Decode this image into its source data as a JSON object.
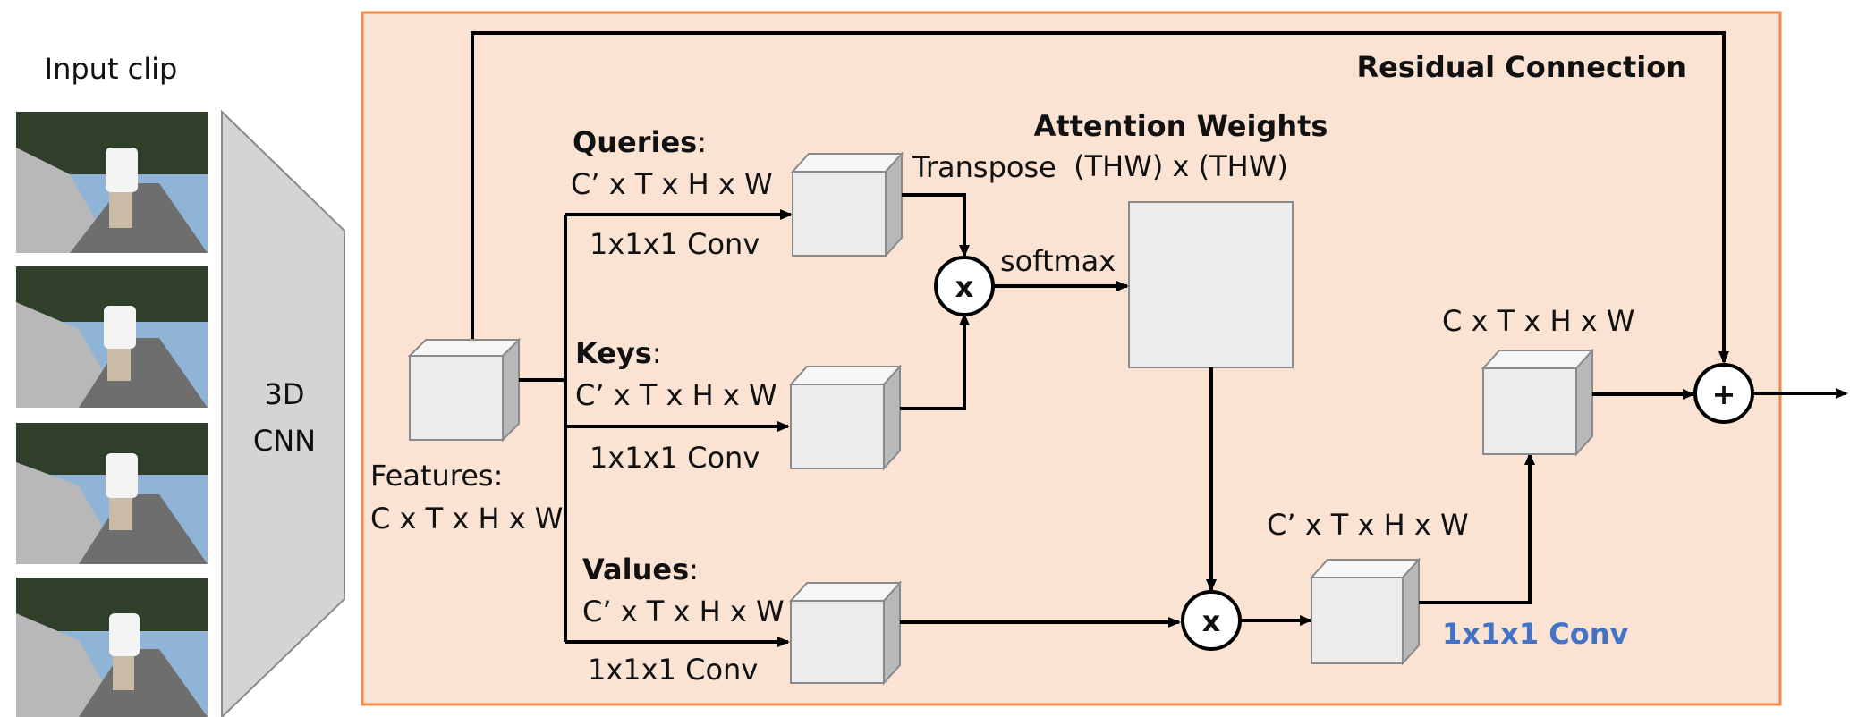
{
  "input": {
    "label": "Input clip",
    "frames": [
      "frame-1",
      "frame-2",
      "frame-3",
      "frame-4"
    ]
  },
  "cnn": {
    "line1": "3D",
    "line2": "CNN"
  },
  "block": {
    "background": "#fbe3d4",
    "border": "#ef8a4c",
    "residual_label": "Residual Connection",
    "features": {
      "line1": "Features:",
      "line2": "C x T x H x W"
    },
    "queries": {
      "title": "Queries",
      "suffix": ":",
      "dims": "C’ x T x H x W",
      "conv": "1x1x1 Conv"
    },
    "keys": {
      "title": "Keys",
      "suffix": ":",
      "dims": "C’ x T x H x W",
      "conv": "1x1x1 Conv"
    },
    "values": {
      "title": "Values",
      "suffix": ":",
      "dims": "C’ x T x H x W",
      "conv": "1x1x1 Conv"
    },
    "transpose": "Transpose",
    "softmax": "softmax",
    "attention": {
      "title": "Attention Weights",
      "dims": "(THW) x (THW)"
    },
    "mult_symbol": "x",
    "plus_symbol": "+",
    "out_dims": "C’ x T x H x W",
    "out_conv": "1x1x1 Conv",
    "final_dims": "C x T x H x W"
  },
  "colors": {
    "cube_front": "#ececec",
    "cube_top": "#f6f6f6",
    "cube_side": "#b8b8b8",
    "cube_edge": "#8a8a8a",
    "cnn_fill": "#d4d4d4",
    "accent_blue": "#4472c4"
  }
}
